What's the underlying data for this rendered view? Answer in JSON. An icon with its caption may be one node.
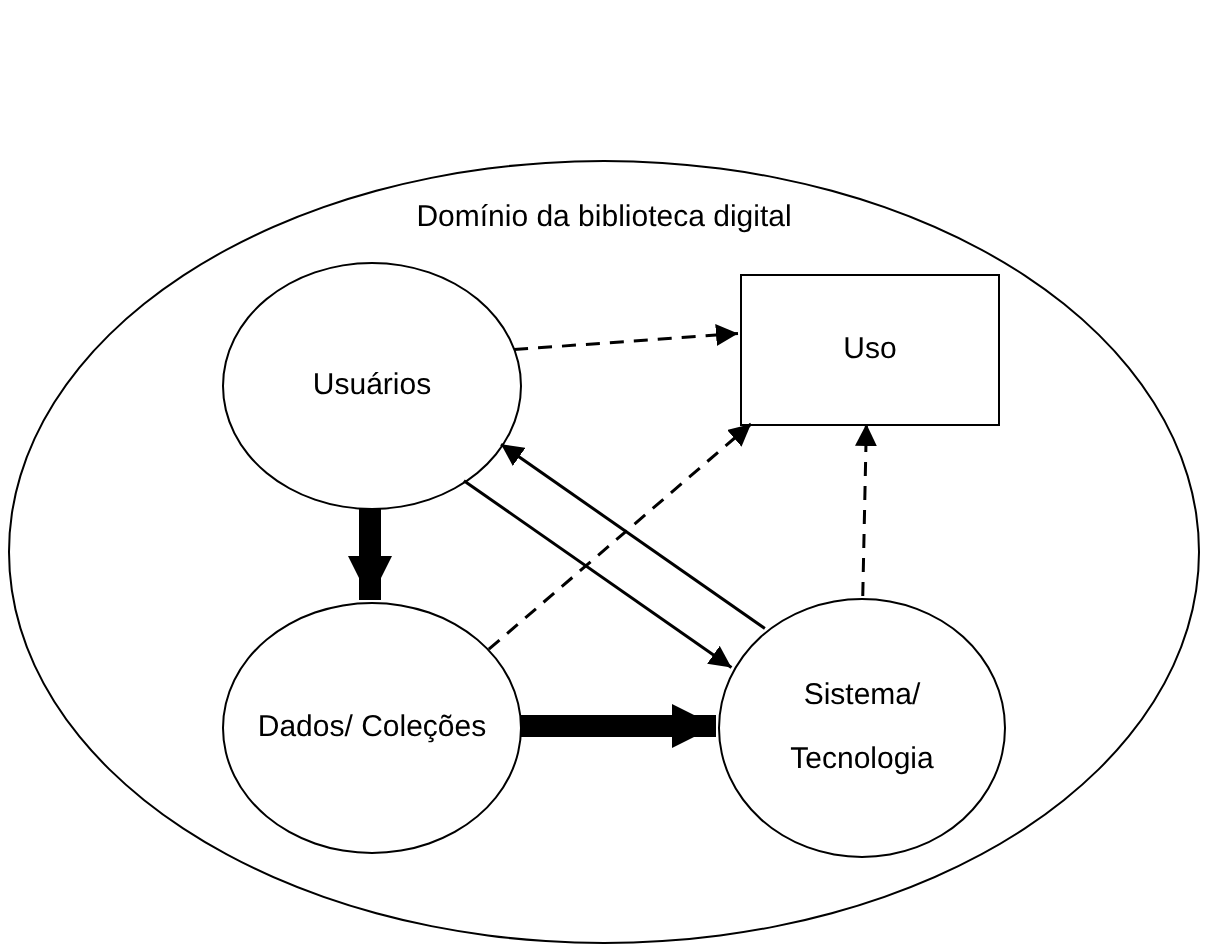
{
  "diagram": {
    "nodes": [
      {
        "text": [
          "Domínio da biblioteca digital"
        ]
      },
      {
        "text": [
          "Usuários"
        ],
        "in": 0
      },
      {
        "text": [
          "Uso"
        ],
        "in": 0
      },
      {
        "text": [
          "Dados/ Coleções"
        ],
        "in": 0
      },
      {
        "text": [
          "Sistema/ Tecnologia"
        ],
        "in": 0
      }
    ],
    "edges": [
      {
        "from": 1,
        "to": 2,
        "arrow": "to",
        "style": "dashed"
      },
      {
        "from": 1,
        "to": 3,
        "arrow": "to",
        "style": "thick"
      },
      {
        "from": 1,
        "to": 4,
        "arrow": "to"
      },
      {
        "from": 4,
        "to": 1,
        "arrow": "to"
      },
      {
        "from": 3,
        "to": 2,
        "arrow": "to",
        "style": "dashed"
      },
      {
        "from": 4,
        "to": 2,
        "arrow": "to",
        "style": "dashed"
      },
      {
        "from": 3,
        "to": 4,
        "arrow": "to",
        "style": "thick"
      }
    ]
  }
}
